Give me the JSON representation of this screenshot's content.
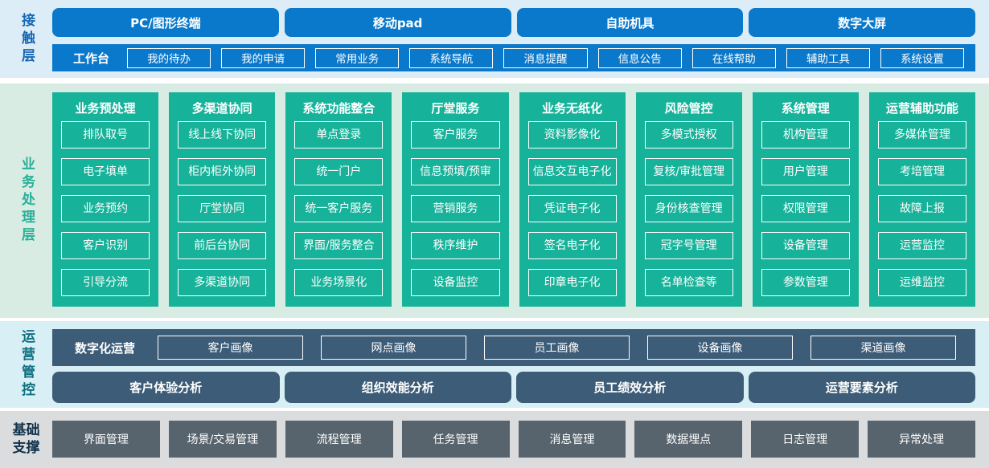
{
  "colors": {
    "contact_bg": "#dcedf8",
    "contact_accent": "#0b79cb",
    "business_bg": "#d9ece4",
    "business_accent": "#17b29a",
    "operations_bg": "#d8eff6",
    "operations_accent": "#3d5c77",
    "foundation_bg": "#dadcde",
    "foundation_accent": "#57646d"
  },
  "layers": {
    "contact": {
      "label": "接触层",
      "terminals": [
        "PC/图形终端",
        "移动pad",
        "自助机具",
        "数字大屏"
      ],
      "workbench_label": "工作台",
      "workbench_items": [
        "我的待办",
        "我的申请",
        "常用业务",
        "系统导航",
        "消息提醒",
        "信息公告",
        "在线帮助",
        "辅助工具",
        "系统设置"
      ]
    },
    "business": {
      "label": "业务处理层",
      "columns": [
        {
          "header": "业务预处理",
          "items": [
            "排队取号",
            "电子填单",
            "业务预约",
            "客户识别",
            "引导分流"
          ]
        },
        {
          "header": "多渠道协同",
          "items": [
            "线上线下协同",
            "柜内柜外协同",
            "厅堂协同",
            "前后台协同",
            "多渠道协同"
          ]
        },
        {
          "header": "系统功能整合",
          "items": [
            "单点登录",
            "统一门户",
            "统一客户服务",
            "界面/服务整合",
            "业务场景化"
          ]
        },
        {
          "header": "厅堂服务",
          "items": [
            "客户服务",
            "信息预填/预审",
            "营销服务",
            "秩序维护",
            "设备监控"
          ]
        },
        {
          "header": "业务无纸化",
          "items": [
            "资料影像化",
            "信息交互电子化",
            "凭证电子化",
            "签名电子化",
            "印章电子化"
          ]
        },
        {
          "header": "风险管控",
          "items": [
            "多模式授权",
            "复核/审批管理",
            "身份核查管理",
            "冠字号管理",
            "名单检查等"
          ]
        },
        {
          "header": "系统管理",
          "items": [
            "机构管理",
            "用户管理",
            "权限管理",
            "设备管理",
            "参数管理"
          ]
        },
        {
          "header": "运营辅助功能",
          "items": [
            "多媒体管理",
            "考培管理",
            "故障上报",
            "运营监控",
            "运维监控"
          ]
        }
      ]
    },
    "operations": {
      "label": "运营管控",
      "digital_label": "数字化运营",
      "portraits": [
        "客户画像",
        "网点画像",
        "员工画像",
        "设备画像",
        "渠道画像"
      ],
      "analyses": [
        "客户体验分析",
        "组织效能分析",
        "员工绩效分析",
        "运营要素分析"
      ]
    },
    "foundation": {
      "label": "基础支撑",
      "items": [
        "界面管理",
        "场景/交易管理",
        "流程管理",
        "任务管理",
        "消息管理",
        "数据埋点",
        "日志管理",
        "异常处理"
      ]
    }
  }
}
